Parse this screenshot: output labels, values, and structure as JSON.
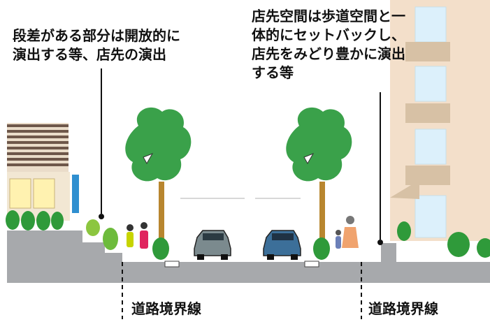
{
  "annotations": {
    "left": "段差がある部分は開放的に\n演出する等、店先の演出",
    "right": "店先空間は歩道空間と一\n体的にセットバックし、\n店先をみどり豊かに演出\nする等"
  },
  "boundary_labels": {
    "left": "道路境界線",
    "right": "道路境界線"
  },
  "colors": {
    "ground": "#a7a9ac",
    "tree_canopy": "#3aa14a",
    "trunk": "#b8862f",
    "shrub": "#2f9a3a",
    "building_right": "#f3dfca",
    "balcony": "#d7c1a5",
    "window_glass": "#dcf0fb",
    "car_left": "#7b8a8e",
    "car_right": "#3c6f99",
    "roof_left": "#6c5a4c"
  }
}
